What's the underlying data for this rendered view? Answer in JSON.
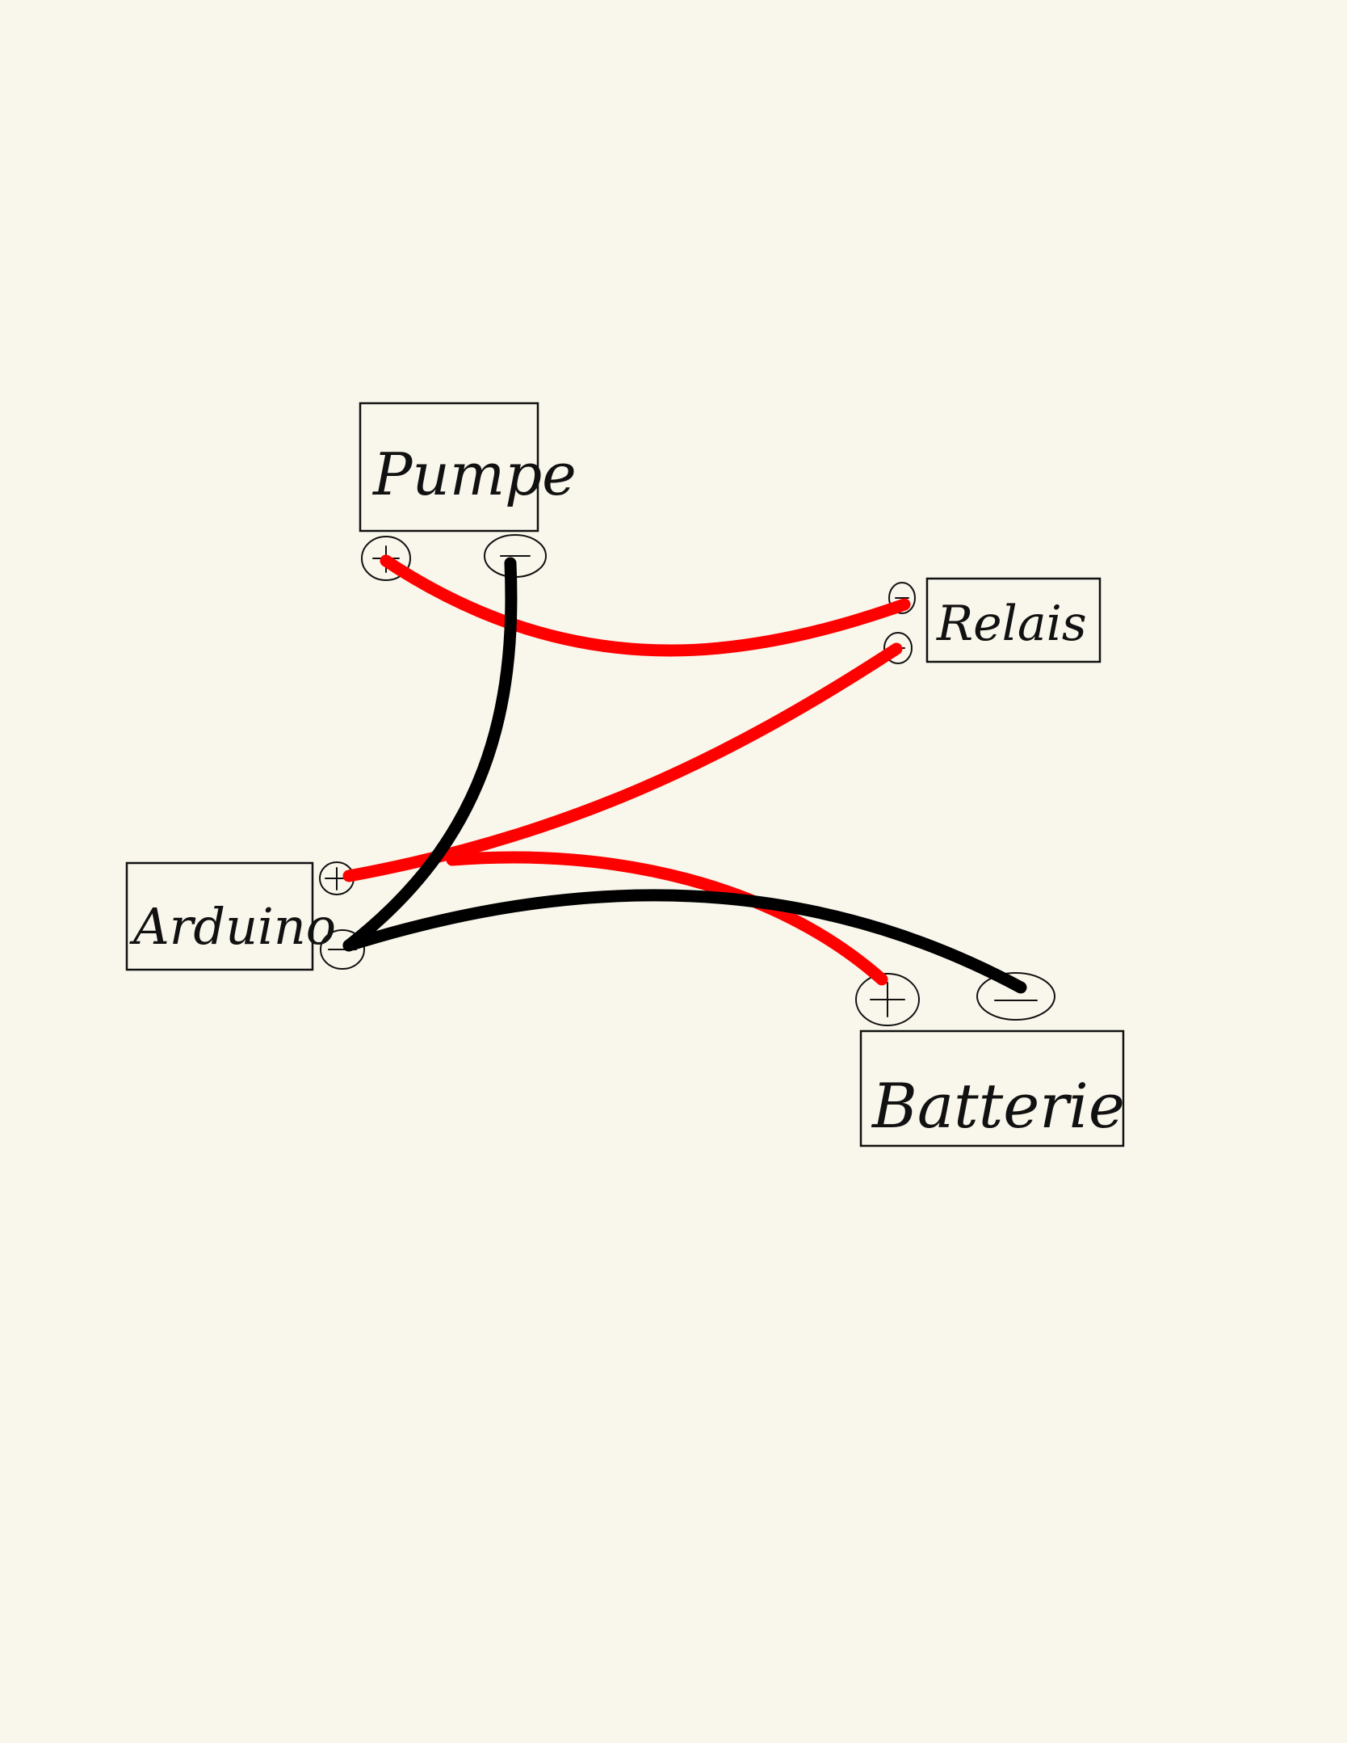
{
  "diagram": {
    "colors": {
      "background": "#f9f7ec",
      "ink": "#111111",
      "positive_wire": "#ff0000",
      "negative_wire": "#000000"
    },
    "components": [
      {
        "id": "pumpe",
        "label": "Pumpe"
      },
      {
        "id": "relais",
        "label": "Relais"
      },
      {
        "id": "arduino",
        "label": "Arduino"
      },
      {
        "id": "batterie",
        "label": "Batterie"
      }
    ],
    "wires": [
      {
        "from": "Pumpe +",
        "to": "Relais",
        "color": "red"
      },
      {
        "from": "Relais",
        "to": "Arduino +",
        "color": "red"
      },
      {
        "from": "Arduino +",
        "to": "Batterie +",
        "color": "red"
      },
      {
        "from": "Pumpe -",
        "to": "Arduino -",
        "color": "black"
      },
      {
        "from": "Arduino -",
        "to": "Batterie -",
        "color": "black"
      }
    ]
  }
}
